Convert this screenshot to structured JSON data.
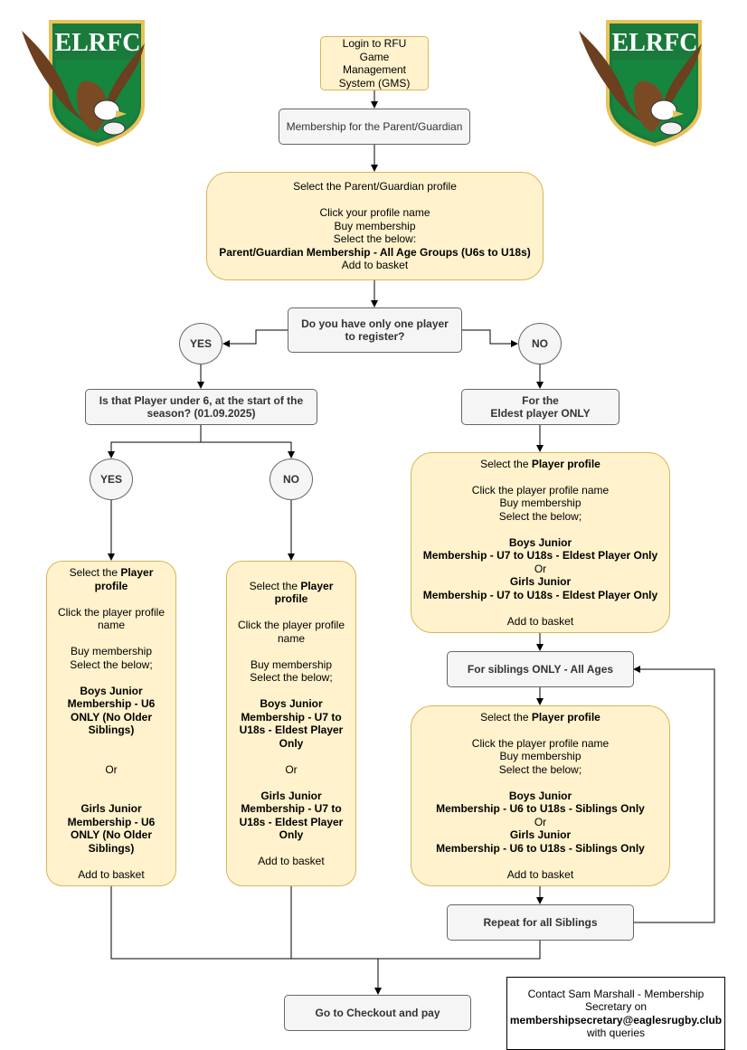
{
  "logo": {
    "text": "ELRFC",
    "colors": {
      "green": "#1a7a3c",
      "gold": "#e8c25a",
      "brown": "#6b3f1f"
    }
  },
  "login": {
    "text": "Login to RFU Game Management System (GMS)"
  },
  "parent_membership": {
    "text": "Membership for the Parent/Guardian"
  },
  "parent_steps": {
    "line1": "Select the Parent/Guardian profile",
    "line2": "Click your profile name",
    "line3": "Buy membership",
    "line4": "Select the below:",
    "line5": "Parent/Guardian Membership - All Age Groups (U6s to U18s)",
    "line6": "Add to basket"
  },
  "question_one_player": {
    "text": "Do you have only one player to register?"
  },
  "yes_1": "YES",
  "no_1": "NO",
  "question_under6": {
    "text": "Is that Player under 6, at the start of the season? (01.09.2025)"
  },
  "yes_2": "YES",
  "no_2": "NO",
  "eldest": {
    "line1": "For the",
    "line2": "Eldest player ONLY"
  },
  "u6_box": {
    "select_a": "Select the ",
    "select_b": "Player profile",
    "click": "Click the player profile name",
    "buy": "Buy membership",
    "select_below": "Select the below;",
    "boys": "Boys Junior Membership - U6 ONLY (No Older Siblings)",
    "or": "Or",
    "girls": "Girls Junior Membership - U6 ONLY (No Older Siblings)",
    "add": "Add to basket"
  },
  "u7_box": {
    "select_a": "Select the ",
    "select_b": "Player profile",
    "click": "Click the player profile name",
    "buy": "Buy membership",
    "select_below": "Select the below;",
    "boys": "Boys Junior Membership - U7 to U18s - Eldest Player Only",
    "or": "Or",
    "girls": "Girls Junior Membership - U7 to U18s - Eldest Player Only",
    "add": "Add to basket"
  },
  "eldest_box": {
    "select_a": "Select the ",
    "select_b": "Player profile",
    "click": "Click the player profile name",
    "buy": "Buy membership",
    "select_below": "Select the below;",
    "boys1": "Boys Junior",
    "boys2": "Membership - U7 to U18s - Eldest Player Only",
    "or": "Or",
    "girls1": "Girls Junior",
    "girls2": "Membership - U7 to U18s - Eldest Player Only",
    "add": "Add to basket"
  },
  "siblings": {
    "text": "For siblings ONLY - All Ages"
  },
  "sibling_box": {
    "select_a": "Select the ",
    "select_b": "Player profile",
    "click": "Click the player profile name",
    "buy": "Buy membership",
    "select_below": "Select the below;",
    "boys1": "Boys Junior",
    "boys2": "Membership - U6 to U18s - Siblings Only",
    "or": "Or",
    "girls1": "Girls Junior",
    "girls2": "Membership - U6 to U18s - Siblings Only",
    "add": "Add to basket"
  },
  "repeat": {
    "text": "Repeat for all Siblings"
  },
  "checkout": {
    "text": "Go to Checkout and pay"
  },
  "contact": {
    "line1": "Contact Sam Marshall - Membership Secretary on",
    "email": "membershipsecretary@eaglesrugby.club",
    "line3": "with queries"
  }
}
